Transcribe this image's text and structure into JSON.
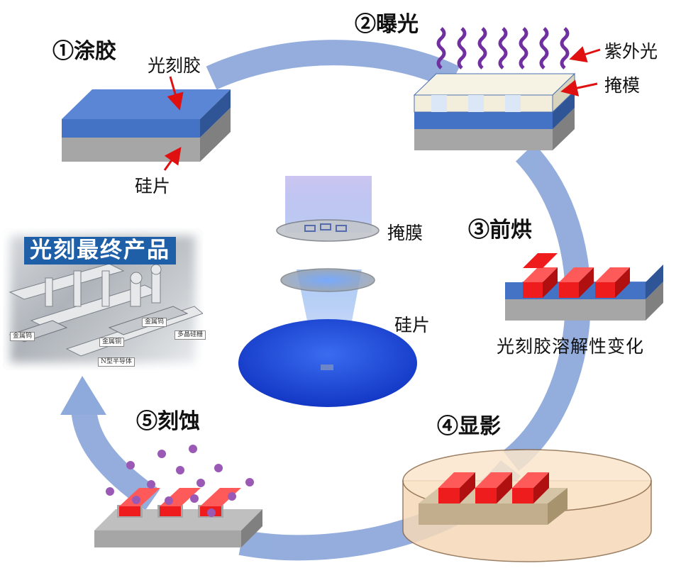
{
  "steps": {
    "coat": "①涂胶",
    "expose": "②曝光",
    "bake": "③前烘",
    "develop": "④显影",
    "etch": "⑤刻蚀"
  },
  "labels": {
    "photoresist": "光刻胶",
    "wafer_top": "硅片",
    "uv_light": "紫外光",
    "mask_top": "掩模",
    "mask_center": "掩膜",
    "wafer_center": "硅片",
    "resist_change": "光刻胶溶解性变化"
  },
  "photo": {
    "title": "光刻最终产品",
    "tags": [
      "金属钨",
      "金属钨",
      "金属铜",
      "多晶硅栅",
      "N型半导体"
    ]
  },
  "colors": {
    "cycle_arrow": "#8ea9db",
    "resist_blue": "#4472c4",
    "silicon_gray": "#a6a6a6",
    "exposed_red": "#ee1c1c",
    "uv_purple": "#7030a0",
    "mask_cream": "#f2eedb",
    "pointer_arrow": "#e01010",
    "etch_particle": "#9b59b6"
  }
}
